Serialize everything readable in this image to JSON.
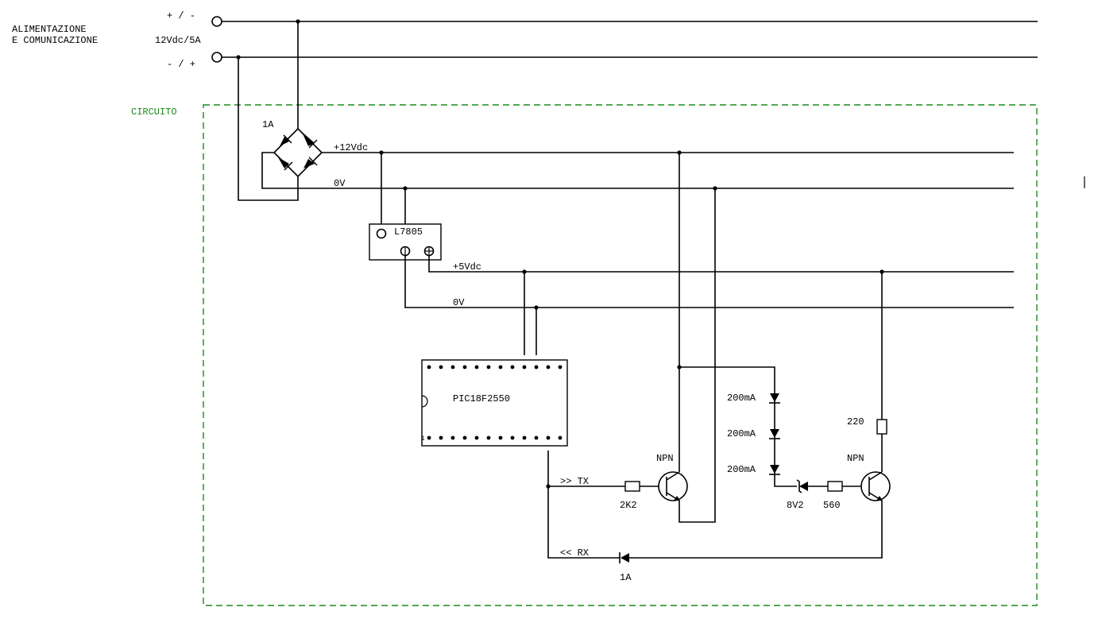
{
  "labels": {
    "supply_title_line1": "ALIMENTAZIONE",
    "supply_title_line2": "E COMUNICAZIONE",
    "terminal_top_polarity": "+ / -",
    "supply_rating": "12Vdc/5A",
    "terminal_bottom_polarity": "- / +",
    "circuit_frame": "CIRCUITO",
    "bridge_rating": "1A",
    "rail_12v": "+12Vdc",
    "rail_0v_top": "0V",
    "regulator": "L7805",
    "rail_5v": "+5Vdc",
    "rail_0v_bottom": "0V",
    "mcu": "PIC18F2550",
    "mcu_pin1": "1",
    "tx": ">> TX",
    "rx": "<< RX",
    "tx_resistor": "2K2",
    "rx_diode": "1A",
    "npn_left": "NPN",
    "npn_right": "NPN",
    "diode1": "200mA",
    "diode2": "200mA",
    "diode3": "200mA",
    "zener": "8V2",
    "base_resistor": "560",
    "collector_resistor": "220"
  },
  "colors": {
    "wire": "#000000",
    "frame": "#1a8a1a"
  }
}
